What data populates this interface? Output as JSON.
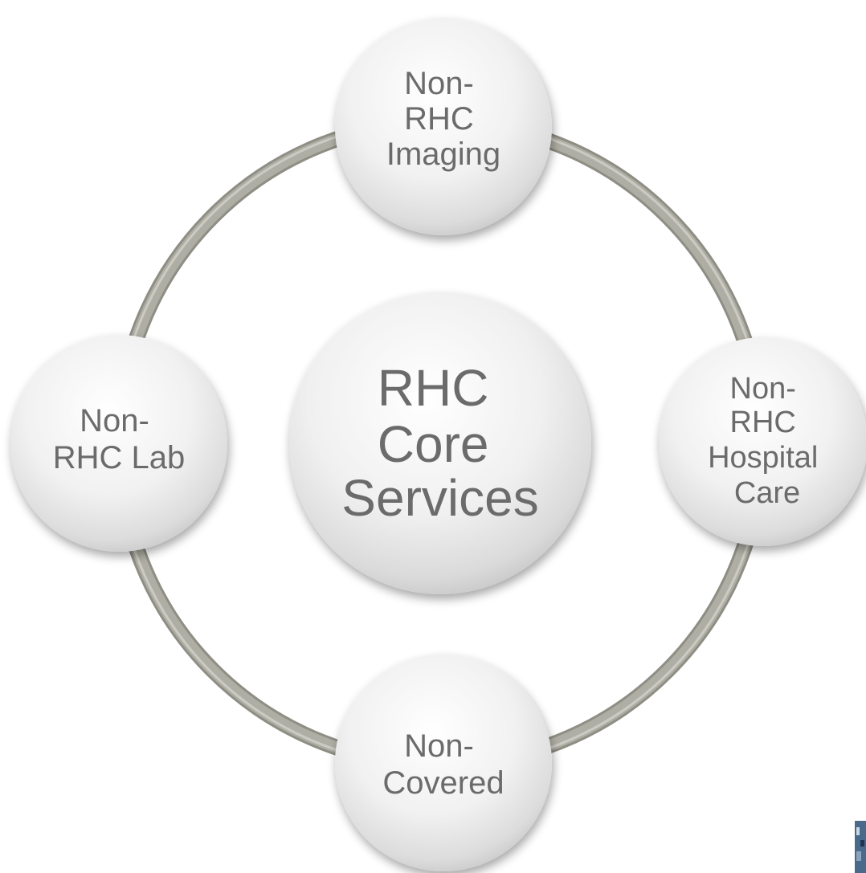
{
  "diagram": {
    "center": {
      "lines": [
        "RHC",
        "Core",
        "Services"
      ]
    },
    "nodes": [
      {
        "id": "top",
        "lines": [
          "Non-",
          "RHC",
          "Imaging"
        ]
      },
      {
        "id": "right",
        "lines": [
          "Non-",
          "RHC",
          "Hospital",
          "Care"
        ]
      },
      {
        "id": "bottom",
        "lines": [
          "Non-",
          "Covered"
        ]
      },
      {
        "id": "left",
        "lines": [
          "Non-",
          "RHC Lab"
        ]
      }
    ],
    "colors": {
      "ring": "#a9a99f",
      "ring_dark": "#8e8e84",
      "ring_light": "#d2d2ca",
      "bubble_light": "#ffffff",
      "bubble_mid": "#ececec",
      "bubble_dark": "#c9c9c9",
      "text": "#6b6b6b"
    }
  }
}
